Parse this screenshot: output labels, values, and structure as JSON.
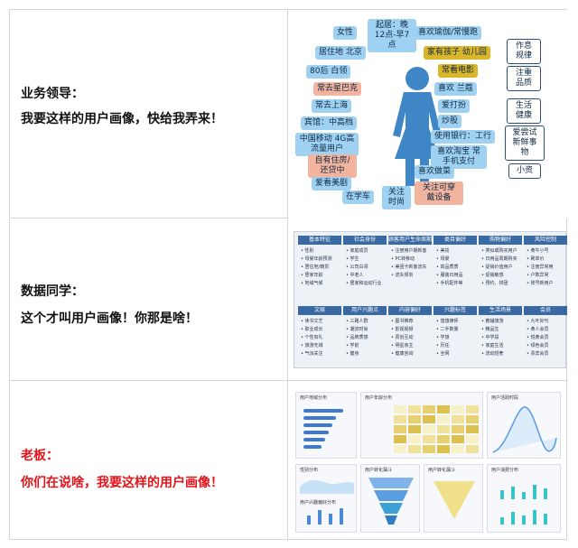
{
  "rows": [
    {
      "lines": [
        "业务领导：",
        "我要这样的用户画像，快给我弄来！"
      ],
      "color": "#111111"
    },
    {
      "lines": [
        "数据同学：",
        "这个才叫用户画像！你那是啥！"
      ],
      "color": "#111111"
    },
    {
      "lines": [
        "老板：",
        "你们在说啥，我要这样的用户画像！"
      ],
      "color": "#e5131a"
    }
  ],
  "persona_tags": {
    "left": [
      "女性",
      "居住地 北京",
      "80后 白领",
      "常去星巴克",
      "常去上海",
      "宾馆：中高档",
      "中国移动 4G高流量用户",
      "自有住房/ 还贷中",
      "爱看美剧",
      "在学车",
      "关注 时尚"
    ],
    "top": [
      "起居：晚 12点-早7点",
      "喜欢瑜伽/常慢跑"
    ],
    "right": [
      "家有孩子 幼儿园",
      "常看电影",
      "喜欢 兰蔻",
      "爱打扮",
      "炒股",
      "使用银行：工行",
      "喜欢淘宝 常手机支付",
      "喜欢做菜",
      "关注可穿 戴设备"
    ],
    "side_boxes": [
      "作息 规律",
      "注重 品质",
      "生活 健康",
      "爱尝试 新鲜事 物",
      "小资"
    ]
  },
  "table_panel": {
    "top_headers": [
      "基本特征",
      "社会身份",
      "顾客用户生命周期",
      "类目偏好",
      "购物偏好",
      "风险控制"
    ],
    "top_items": [
      [
        "性别",
        "母婴年龄预测",
        "居住地/籍贯",
        "居家年龄",
        "地域气候"
      ],
      [
        "家庭成员",
        "学生",
        "公司白领",
        "中老人",
        "居家和运动行业"
      ],
      [
        "注册用户期新客",
        "PC转移动",
        "美团卡新客流失",
        "流失倾向"
      ],
      [
        "美妆",
        "母婴",
        "高品质质",
        "服装日用品",
        "手机配件等"
      ],
      [
        "类似或购买用户",
        "日用品周期购买",
        "促销价值用户",
        "促销敏感",
        "预约、拼团"
      ],
      [
        "黄牛小号",
        "刷单价",
        "注册异常用",
        "户数异常",
        "账号新用户"
      ]
    ],
    "bottom_headers": [
      "文娱",
      "用户兴趣点",
      "内容偏好",
      "兴趣标签",
      "生活场景",
      "会员"
    ],
    "bottom_items": [
      [
        "读书文艺",
        "职业成长",
        "个性有礼",
        "旅游无城",
        "气派关注"
      ],
      [
        "三路人群",
        "潮流时尚",
        "品牌质感",
        "学前",
        "健身"
      ],
      [
        "图书推荐",
        "影视视频",
        "原创互动",
        "明星亲主",
        "健康咨询"
      ],
      [
        "悠悠律师",
        "二手数量",
        "学旅",
        "历任",
        "全网"
      ],
      [
        "教辅旅游",
        "精品生",
        "中学段",
        "家庭生活",
        "流动轻奢"
      ],
      [
        "九叶好刊",
        "黄人会员",
        "悦黄会员",
        "绿色会员",
        "贵宾会员"
      ]
    ]
  },
  "dashboards": {
    "titles": [
      "用户地域分布",
      "用户年龄分布",
      "用户活跃时段",
      "性别分布",
      "用户转化漏斗",
      "用户消费分布",
      "用户兴趣偏好分布"
    ]
  },
  "colors": {
    "tag_blue": "#9fd2f2",
    "tag_orange": "#f2b49e",
    "tag_gold": "#d9b62a",
    "person": "#3f86c7",
    "header_blue": "#3a6aa3",
    "red_text": "#e5131a"
  }
}
